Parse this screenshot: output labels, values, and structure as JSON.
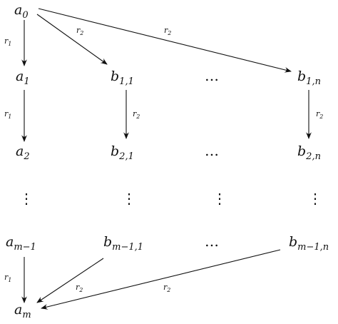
{
  "nodes": {
    "a0": {
      "base": "a",
      "sub": "0"
    },
    "a1": {
      "base": "a",
      "sub": "1"
    },
    "a2": {
      "base": "a",
      "sub": "2"
    },
    "am1": {
      "base": "a",
      "sub": "m−1"
    },
    "am": {
      "base": "a",
      "sub": "m"
    },
    "b11": {
      "base": "b",
      "sub": "1,1"
    },
    "b21": {
      "base": "b",
      "sub": "2,1"
    },
    "bm11": {
      "base": "b",
      "sub": "m−1,1"
    },
    "b1n": {
      "base": "b",
      "sub": "1,n"
    },
    "b2n": {
      "base": "b",
      "sub": "2,n"
    },
    "bm1n": {
      "base": "b",
      "sub": "m−1,n"
    }
  },
  "ellipsis": "…",
  "vellipsis": "⋮",
  "edge_labels": {
    "r1": {
      "base": "r",
      "sub": "1"
    },
    "r2": {
      "base": "r",
      "sub": "2"
    }
  }
}
